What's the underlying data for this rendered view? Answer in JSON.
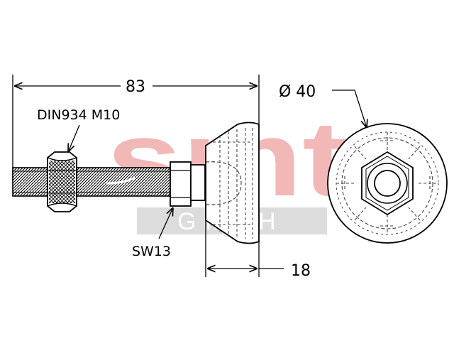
{
  "watermark": {
    "logo_text": "smt",
    "sub_text": "G m b H",
    "logo_color": "#f2b8b8",
    "band_color": "#dcdcdc"
  },
  "dimensions": {
    "overall_length": "83",
    "diameter": "Ø 40",
    "base_height": "18"
  },
  "labels": {
    "nut": "DIN934 M10",
    "wrench_size": "SW13"
  },
  "colors": {
    "line": "#000000",
    "hidden_line": "#444444"
  }
}
